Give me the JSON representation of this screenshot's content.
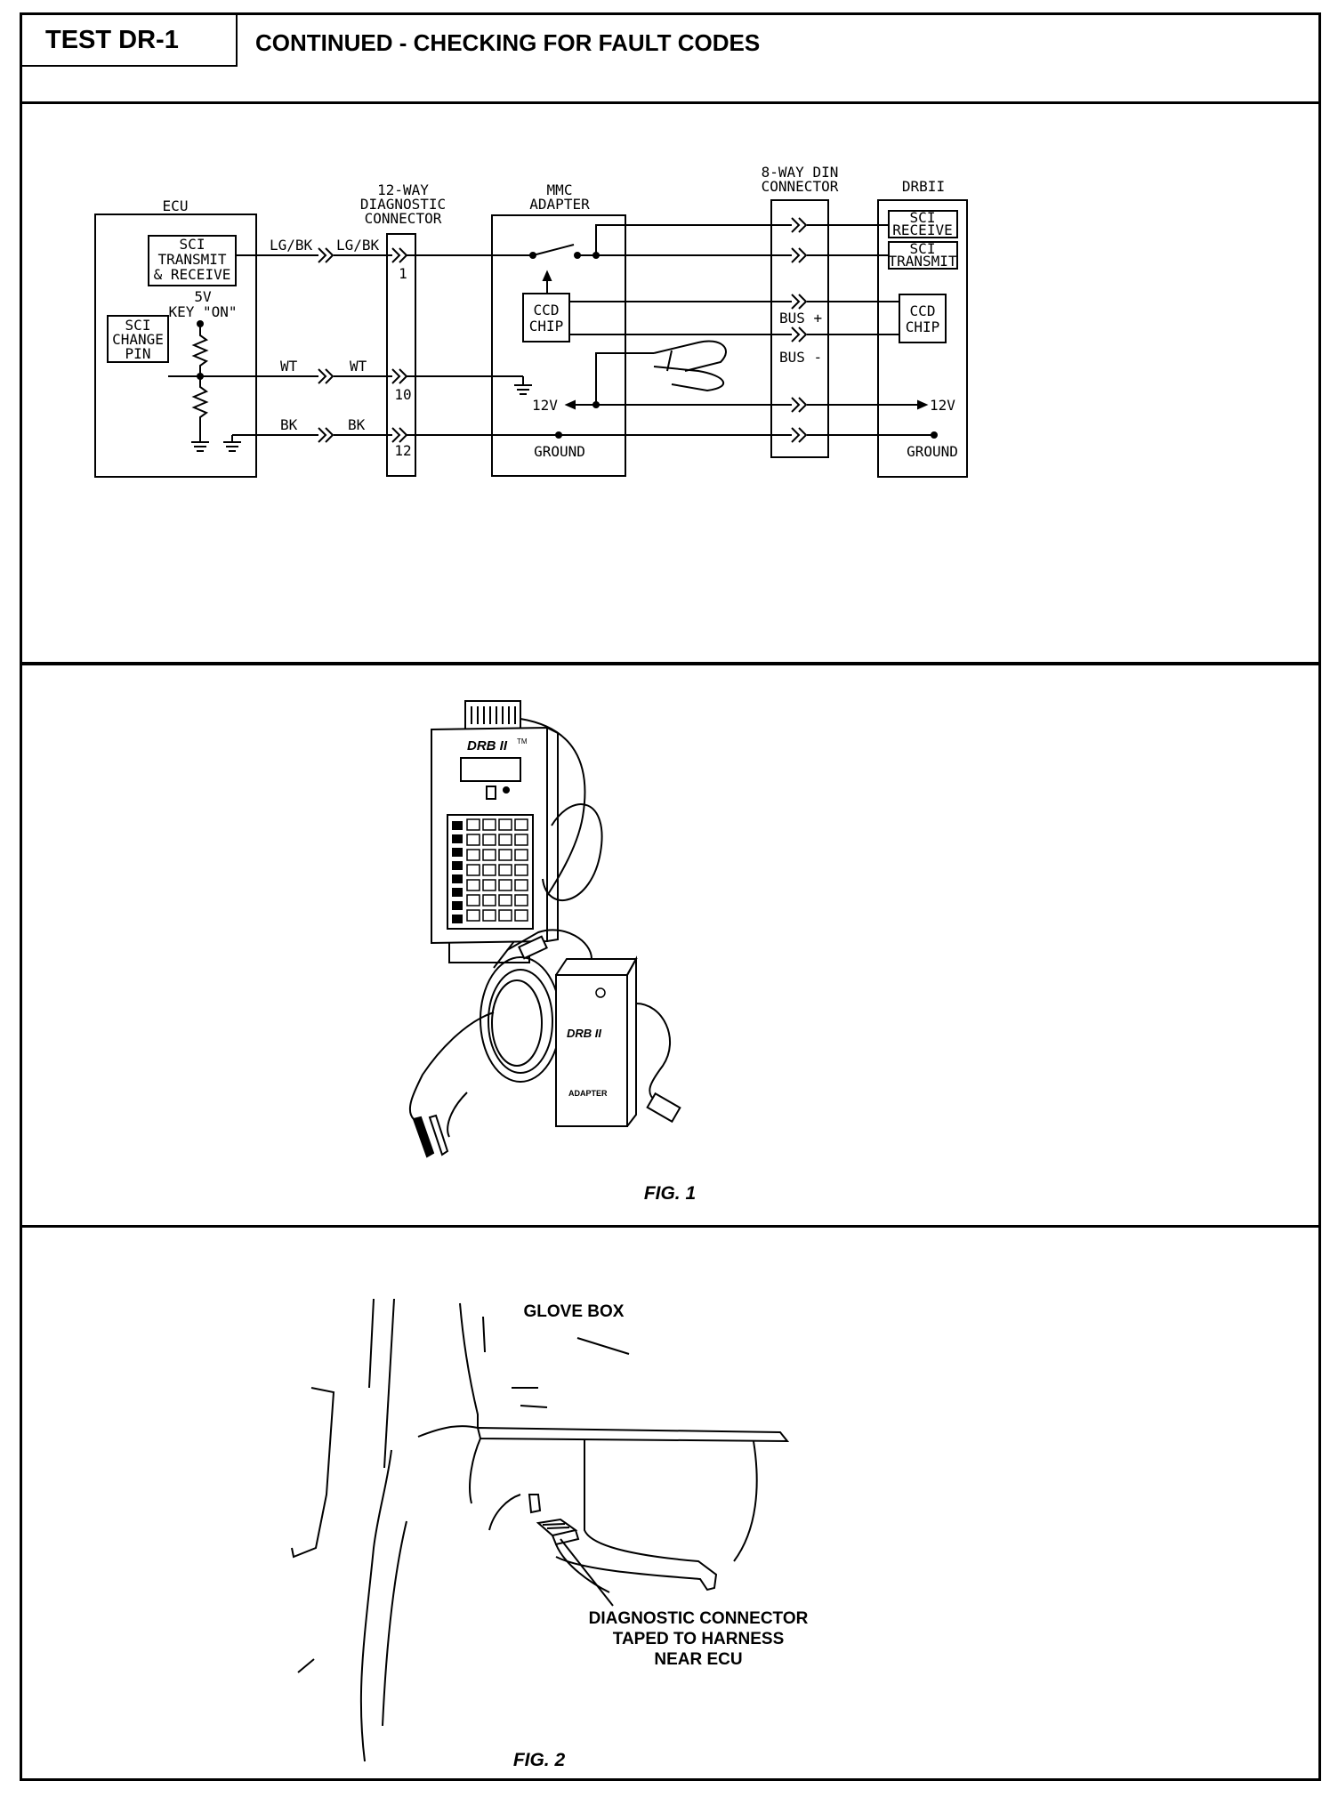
{
  "header": {
    "test_label": "TEST DR-1",
    "title": "CONTINUED - CHECKING FOR FAULT CODES"
  },
  "schematic": {
    "ecu": {
      "title": "ECU",
      "sci_block": [
        "SCI",
        "TRANSMIT",
        "& RECEIVE"
      ],
      "supply": [
        "5V",
        "KEY \"ON\""
      ],
      "change_block": [
        "SCI",
        "CHANGE",
        "PIN"
      ]
    },
    "diag_connector": {
      "title": [
        "12-WAY",
        "DIAGNOSTIC",
        "CONNECTOR"
      ],
      "pins": [
        "1",
        "10",
        "12"
      ]
    },
    "wires": {
      "lgbk_left": "LG/BK",
      "lgbk_right": "LG/BK",
      "wt_left": "WT",
      "wt_right": "WT",
      "bk_left": "BK",
      "bk_right": "BK"
    },
    "mmc_adapter": {
      "title": [
        "MMC",
        "ADAPTER"
      ],
      "chip": [
        "CCD",
        "CHIP"
      ],
      "v12": "12V",
      "ground": "GROUND"
    },
    "din_connector": {
      "title": [
        "8-WAY DIN",
        "CONNECTOR"
      ],
      "bus_plus": "BUS +",
      "bus_minus": "BUS -"
    },
    "drbii": {
      "title": "DRBII",
      "sci_receive": [
        "SCI",
        "RECEIVE"
      ],
      "sci_transmit": [
        "SCI",
        "TRANSMIT"
      ],
      "chip": [
        "CCD",
        "CHIP"
      ],
      "v12": "12V",
      "ground": "GROUND"
    }
  },
  "fig1": {
    "caption": "FIG. 1",
    "device_label": "DRB II",
    "tm": "TM",
    "adapter_label": "DRB II",
    "adapter_sub": "ADAPTER"
  },
  "fig2": {
    "caption": "FIG. 2",
    "glove_box": "GLOVE BOX",
    "callout": [
      "DIAGNOSTIC CONNECTOR",
      "TAPED TO HARNESS",
      "NEAR ECU"
    ]
  }
}
